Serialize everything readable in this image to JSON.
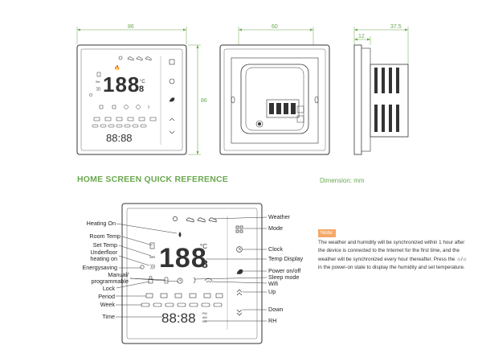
{
  "dimensions": {
    "front_width": "86",
    "front_height": "86",
    "back_width": "60",
    "side_depth": "37.5",
    "side_plate": "12"
  },
  "heading": "HOME SCREEN QUICK REFERENCE",
  "dimension_note": "Dimension: mm",
  "display": {
    "temp_digits": "188",
    "temp_decimal": "8",
    "unit": "°C",
    "clock": "88:88",
    "day_marks": [
      "PM",
      "AM",
      "RH"
    ],
    "set_label": "Set"
  },
  "labels_left": {
    "heating_on": "Heating On",
    "room_temp": "Room Temp",
    "set_temp": "Set Temp",
    "underfloor": "Underfloor\nheating on",
    "energysaving": "Energysaving",
    "manual": "Manual/\nprogrammable",
    "lock": "Lock",
    "period": "Period",
    "week": "Week",
    "time": "Time"
  },
  "labels_right": {
    "weather": "Weather",
    "mode": "Mode",
    "clock": "Clock",
    "temp_display": "Temp Display",
    "power": "Power on/off",
    "sleep": "Sleep mode",
    "wifi": "Wifi",
    "up": "Up",
    "down": "Down",
    "rh": "RH"
  },
  "note": {
    "title": "Note:",
    "body": "The weather and humidity will be synchronized within 1 hour after the device is connected to the Internet for the first time, and the weather will be synchronized every hour thereafter. Press the ☼/☼ in the power-on state to display the humidity and set temperature."
  },
  "colors": {
    "accent": "#6aa84f",
    "note_badge": "#f4a868",
    "frame": "#333333"
  }
}
